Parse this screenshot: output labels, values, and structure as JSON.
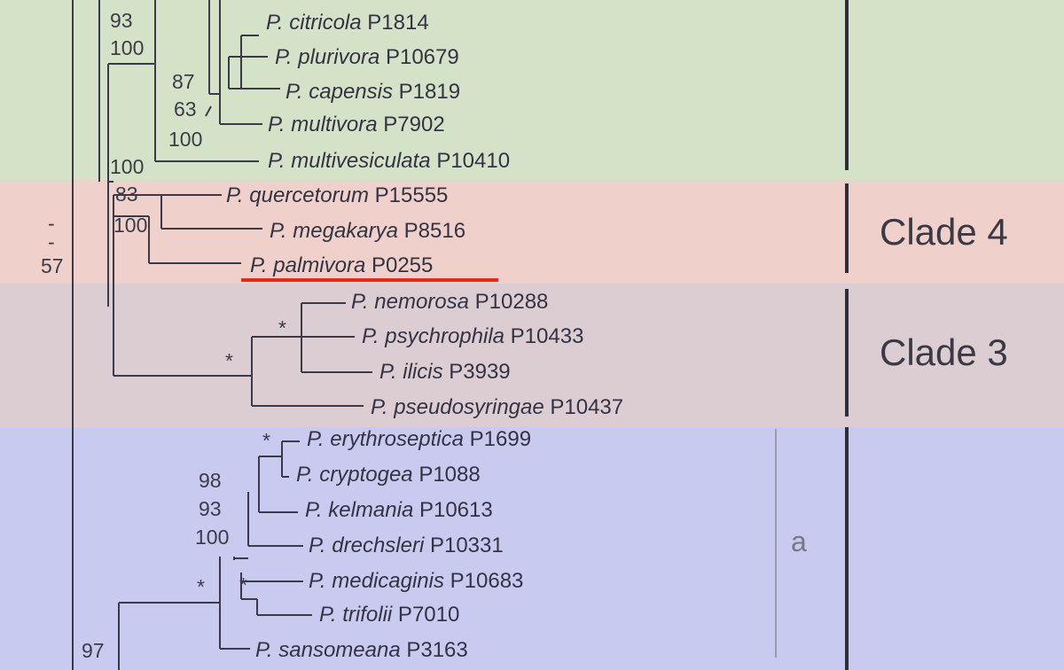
{
  "colors": {
    "green_band": "#d4e2c8",
    "clade4_band": "#efd0cb",
    "clade3_band": "#dccdd2",
    "blue_band": "#c9caf0",
    "branch": "#3a3a48",
    "highlight_underline": "#e02a1a"
  },
  "taxa": [
    {
      "id": "citricola",
      "genus": "P.",
      "species": "citricola",
      "strain": "P1814"
    },
    {
      "id": "plurivora",
      "genus": "P.",
      "species": "plurivora",
      "strain": "P10679"
    },
    {
      "id": "capensis",
      "genus": "P.",
      "species": "capensis",
      "strain": "P1819"
    },
    {
      "id": "multivora",
      "genus": "P.",
      "species": "multivora",
      "strain": "P7902"
    },
    {
      "id": "multivesiculata",
      "genus": "P.",
      "species": "multivesiculata",
      "strain": "P10410"
    },
    {
      "id": "quercetorum",
      "genus": "P.",
      "species": "quercetorum",
      "strain": "P15555"
    },
    {
      "id": "megakarya",
      "genus": "P.",
      "species": "megakarya",
      "strain": "P8516"
    },
    {
      "id": "palmivora",
      "genus": "P.",
      "species": "palmivora",
      "strain": "P0255",
      "highlighted": true
    },
    {
      "id": "nemorosa",
      "genus": "P.",
      "species": "nemorosa",
      "strain": "P10288"
    },
    {
      "id": "psychrophila",
      "genus": "P.",
      "species": "psychrophila",
      "strain": "P10433"
    },
    {
      "id": "ilicis",
      "genus": "P.",
      "species": "ilicis",
      "strain": "P3939"
    },
    {
      "id": "pseudosyringae",
      "genus": "P.",
      "species": "pseudosyringae",
      "strain": "P10437"
    },
    {
      "id": "erythroseptica",
      "genus": "P.",
      "species": "erythroseptica",
      "strain": "P1699"
    },
    {
      "id": "cryptogea",
      "genus": "P.",
      "species": "cryptogea",
      "strain": "P1088"
    },
    {
      "id": "kelmania",
      "genus": "P.",
      "species": "kelmania",
      "strain": "P10613"
    },
    {
      "id": "drechsleri",
      "genus": "P.",
      "species": "drechsleri",
      "strain": "P10331"
    },
    {
      "id": "medicaginis",
      "genus": "P.",
      "species": "medicaginis",
      "strain": "P10683"
    },
    {
      "id": "trifolii",
      "genus": "P.",
      "species": "trifolii",
      "strain": "P7010"
    },
    {
      "id": "sansomeana",
      "genus": "P.",
      "species": "sansomeana",
      "strain": "P3163"
    }
  ],
  "support_values": [
    {
      "id": "s93",
      "text": "93"
    },
    {
      "id": "s100a",
      "text": "100"
    },
    {
      "id": "s87",
      "text": "87"
    },
    {
      "id": "s63",
      "text": "63"
    },
    {
      "id": "s100b",
      "text": "100"
    },
    {
      "id": "s100c",
      "text": "100"
    },
    {
      "id": "s83",
      "text": "83"
    },
    {
      "id": "s100d",
      "text": "100"
    },
    {
      "id": "sdash1",
      "text": "-"
    },
    {
      "id": "sdash2",
      "text": "-"
    },
    {
      "id": "s57",
      "text": "57"
    },
    {
      "id": "sstar1",
      "text": "*"
    },
    {
      "id": "sstar2",
      "text": "*"
    },
    {
      "id": "sstar3",
      "text": "*"
    },
    {
      "id": "s98",
      "text": "98"
    },
    {
      "id": "s93b",
      "text": "93"
    },
    {
      "id": "s100e",
      "text": "100"
    },
    {
      "id": "sstar4",
      "text": "*"
    },
    {
      "id": "sstar5",
      "text": "*"
    },
    {
      "id": "s97",
      "text": "97"
    }
  ],
  "clades": [
    {
      "id": "clade4",
      "label": "Clade 4"
    },
    {
      "id": "clade3",
      "label": "Clade 3"
    }
  ],
  "subclades": [
    {
      "id": "sub_a",
      "label": "a"
    }
  ]
}
